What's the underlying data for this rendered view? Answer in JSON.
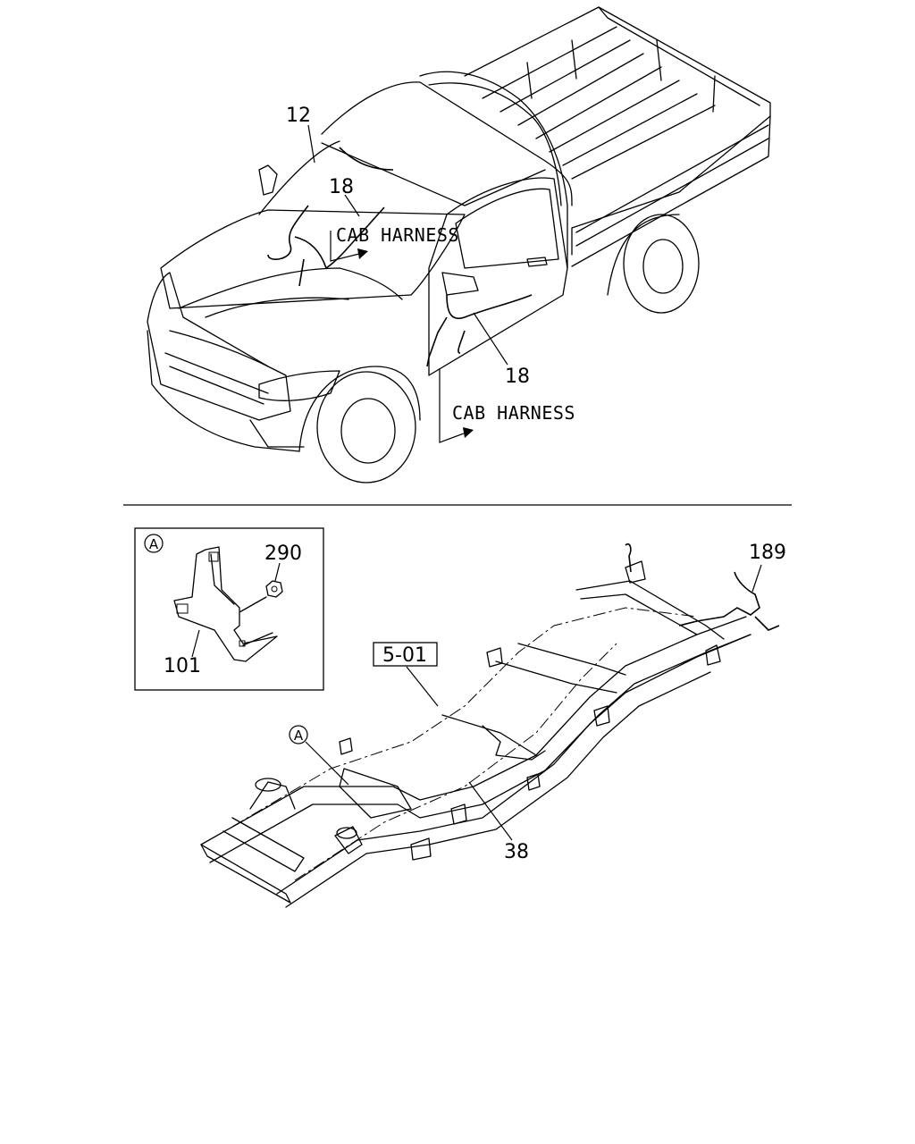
{
  "callouts": {
    "p12": "12",
    "p18_top": "18",
    "p18_side": "18",
    "p290": "290",
    "p101": "101",
    "p189": "189",
    "p38": "38",
    "ref_box": "5-01"
  },
  "harness_labels": {
    "top": "CAB HARNESS",
    "bottom": "CAB HARNESS"
  },
  "detail_marker": {
    "inset": "A",
    "frame": "A"
  }
}
